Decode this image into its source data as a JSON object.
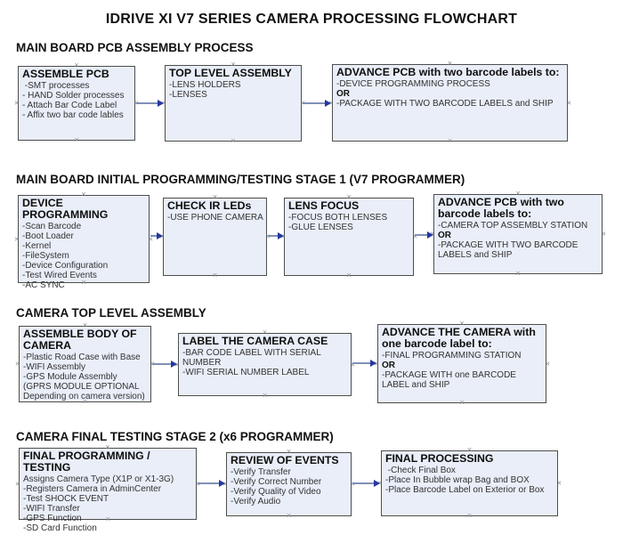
{
  "title": "IDRIVE XI V7 SERIES CAMERA PROCESSING FLOWCHART",
  "icons": {
    "connection_point": "×"
  },
  "colors": {
    "box_fill": "#e9eef8",
    "box_border": "#4d4d4d",
    "connector_line": "#8090b8",
    "arrowhead": "#2438a0",
    "connection_point": "#8c8c8c"
  },
  "sections": [
    {
      "heading": "MAIN BOARD PCB ASSEMBLY PROCESS",
      "boxes": [
        {
          "title": "ASSEMBLE PCB",
          "items": [
            " -SMT processes",
            "- HAND Solder processes",
            "- Attach Bar Code Label",
            "- Affix two bar code lables"
          ]
        },
        {
          "title": "TOP LEVEL ASSEMBLY",
          "items": [
            "-LENS HOLDERS",
            "-LENSES"
          ]
        },
        {
          "title": "ADVANCE PCB with two barcode labels to:",
          "items": [
            "-DEVICE PROGRAMMING PROCESS",
            {
              "text": "OR",
              "bold": true
            },
            "-PACKAGE WITH TWO BARCODE LABELS and SHIP"
          ]
        }
      ]
    },
    {
      "heading": "MAIN BOARD INITIAL PROGRAMMING/TESTING STAGE 1 (V7 PROGRAMMER)",
      "boxes": [
        {
          "title": "DEVICE PROGRAMMING",
          "items": [
            "-Scan Barcode",
            "-Boot Loader",
            "-Kernel",
            "-FileSystem",
            "-Device Configuration",
            "-Test Wired Events",
            "-AC SYNC"
          ]
        },
        {
          "title": "CHECK IR LEDs",
          "items": [
            "-USE PHONE CAMERA"
          ]
        },
        {
          "title": "LENS FOCUS",
          "items": [
            "-FOCUS BOTH LENSES",
            "-GLUE LENSES"
          ]
        },
        {
          "title": "ADVANCE PCB with two barcode labels to:",
          "items": [
            "-CAMERA TOP ASSEMBLY STATION",
            {
              "text": "OR",
              "bold": true
            },
            "-PACKAGE WITH TWO BARCODE LABELS and SHIP"
          ]
        }
      ]
    },
    {
      "heading": "CAMERA TOP LEVEL ASSEMBLY",
      "boxes": [
        {
          "title": "ASSEMBLE BODY OF CAMERA",
          "items": [
            "-Plastic Road Case with Base",
            "-WIFI Assembly",
            "-GPS Module Assembly",
            "(GPRS MODULE OPTIONAL",
            "Depending on camera version)"
          ]
        },
        {
          "title": "LABEL THE CAMERA CASE",
          "items": [
            "-BAR CODE LABEL WITH SERIAL NUMBER",
            "-WIFI SERIAL NUMBER LABEL"
          ]
        },
        {
          "title": "ADVANCE THE CAMERA with one barcode label to:",
          "items": [
            "-FINAL PROGRAMMING STATION",
            {
              "text": "OR",
              "bold": true
            },
            "-PACKAGE WITH one BARCODE LABEL and SHIP"
          ]
        }
      ]
    },
    {
      "heading": "CAMERA FINAL TESTING STAGE 2 (x6 PROGRAMMER)",
      "boxes": [
        {
          "title": "FINAL PROGRAMMING / TESTING",
          "items": [
            "Assigns Camera Type (X1P or X1-3G)",
            "-Registers Camera in AdminCenter",
            "-Test SHOCK EVENT",
            "-WIFI Transfer",
            "-GPS Function",
            "-SD Card Function"
          ]
        },
        {
          "title": "REVIEW OF EVENTS",
          "items": [
            "-Verify Transfer",
            "-Verify Correct Number",
            "-Verify Quality of Video",
            "-Verify Audio"
          ]
        },
        {
          "title": "FINAL PROCESSING",
          "items": [
            " -Check Final Box",
            "-Place In Bubble wrap Bag and BOX",
            "-Place Barcode Label on Exterior or Box"
          ]
        }
      ]
    }
  ]
}
